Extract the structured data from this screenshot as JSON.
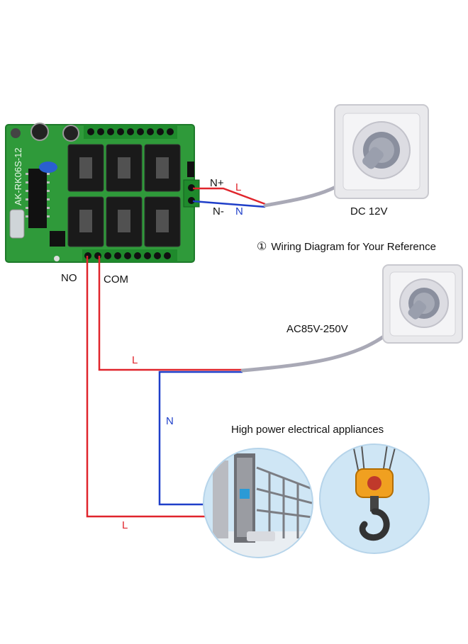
{
  "board": {
    "model_label": "AK-RK06S-12"
  },
  "terminals": {
    "n_plus": "N+",
    "n_minus": "N-",
    "no": "NO",
    "com": "COM"
  },
  "dc_supply": {
    "l_label": "L",
    "n_label": "N",
    "caption": "DC 12V"
  },
  "diagram_caption": {
    "number": "①",
    "text": "Wiring Diagram for Your Reference"
  },
  "ac_supply": {
    "caption": "AC85V-250V",
    "l_label": "L",
    "n_label": "N"
  },
  "appliances": {
    "caption": "High power electrical appliances",
    "l_label": "L"
  },
  "colors": {
    "live_wire": "#e0252c",
    "neutral_wire": "#1f3fc9",
    "cable": "#a9a9b6",
    "pcb": "#2f9a3a",
    "relay": "#1a1a1a",
    "socket_plate": "#e9e9ec"
  },
  "icons": [
    "relay-board",
    "wall-socket",
    "wall-socket",
    "gate-appliance",
    "crane-hook"
  ]
}
